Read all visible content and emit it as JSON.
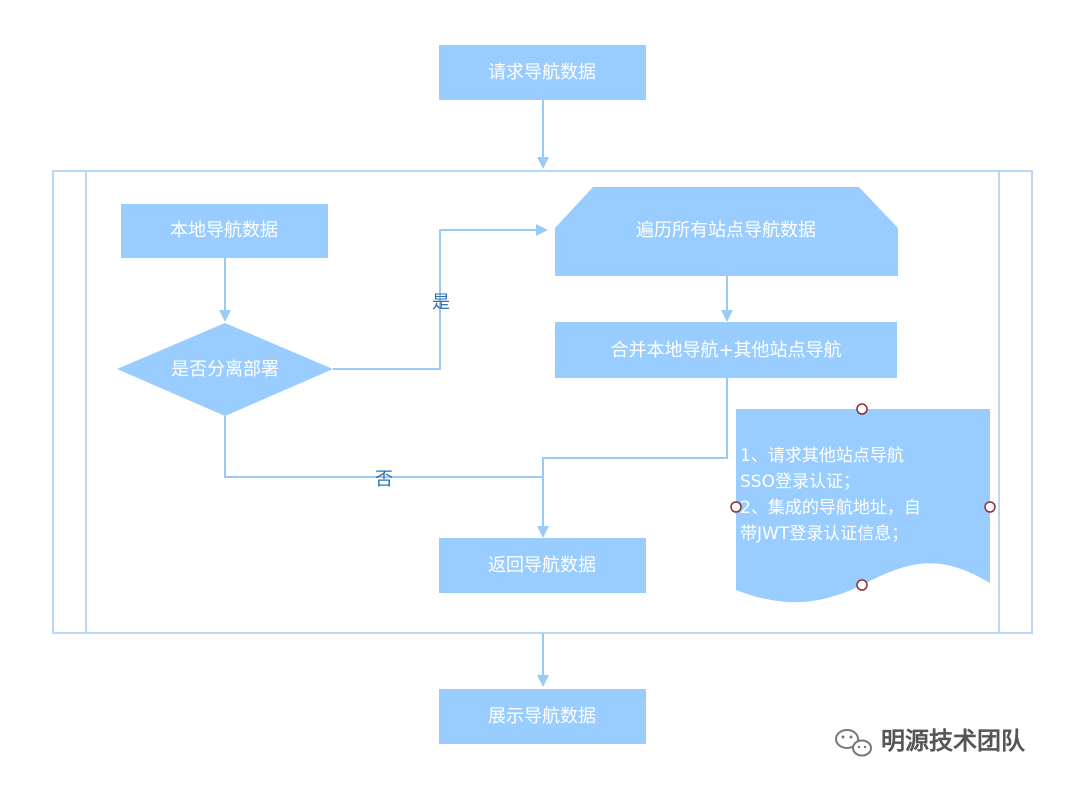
{
  "nodes": {
    "request": "请求导航数据",
    "local": "本地导航数据",
    "decision": "是否分离部署",
    "traverse": "遍历所有站点导航数据",
    "merge": "合并本地导航+其他站点导航",
    "return": "返回导航数据",
    "display": "展示导航数据"
  },
  "edges": {
    "yes": "是",
    "no": "否"
  },
  "note": {
    "lines": [
      "1、请求其他站点导航",
      "SSO登录认证；",
      "2、集成的导航地址，自",
      "带JWT登录认证信息；"
    ]
  },
  "watermark": {
    "text": "明源技术团队",
    "icon": "wechat-icon"
  },
  "colors": {
    "node_fill": "#99ccff",
    "connector": "#9ccaf7",
    "label_text": "#2f6fb3",
    "handle_stroke": "#8b2f2f"
  }
}
